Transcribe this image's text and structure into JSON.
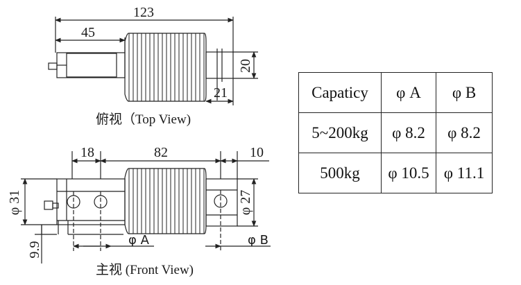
{
  "top_view": {
    "caption": "俯视（Top View)",
    "dims": {
      "overall": "123",
      "left": "45",
      "height": "20",
      "right": "21"
    }
  },
  "front_view": {
    "caption": "主视 (Front View)",
    "dims": {
      "left_gap": "18",
      "middle": "82",
      "right_gap": "10",
      "left_dia": "φ 31",
      "right_dia": "φ 27",
      "bottom": "9.9",
      "hole_a": "φ A",
      "hole_b": "φ B"
    }
  },
  "spec_table": {
    "headers": [
      "Capaticy",
      "φ A",
      "φ B"
    ],
    "rows": [
      [
        "5~200kg",
        "φ 8.2",
        "φ 8.2"
      ],
      [
        "500kg",
        "φ 10.5",
        "φ 11.1"
      ]
    ]
  }
}
